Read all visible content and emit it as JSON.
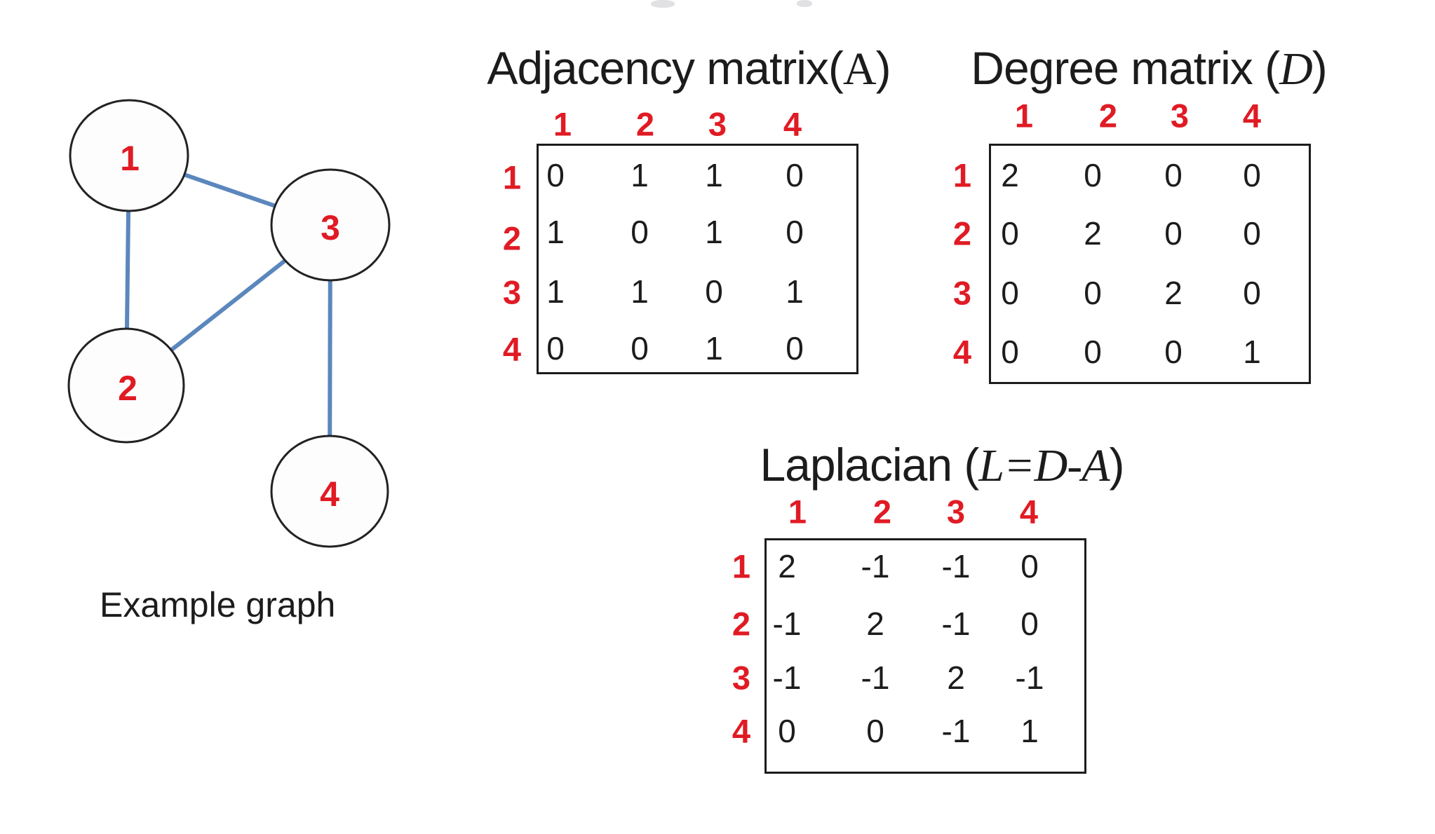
{
  "slide": {
    "background": "#ffffff",
    "ink": "#1c1c1c",
    "accent_red": "#e01b24",
    "edge_blue": "#5b87bd"
  },
  "graph": {
    "caption": "Example graph",
    "nodes": [
      {
        "id": "1",
        "label": "1"
      },
      {
        "id": "2",
        "label": "2"
      },
      {
        "id": "3",
        "label": "3"
      },
      {
        "id": "4",
        "label": "4"
      }
    ],
    "edges": [
      [
        "1",
        "3"
      ],
      [
        "1",
        "2"
      ],
      [
        "2",
        "3"
      ],
      [
        "3",
        "4"
      ]
    ]
  },
  "matrices": {
    "adjacency": {
      "title_prefix": "Adjacency matrix(",
      "title_symbol": "A",
      "title_suffix": ")",
      "col_labels": [
        "1",
        "2",
        "3",
        "4"
      ],
      "row_labels": [
        "1",
        "2",
        "3",
        "4"
      ],
      "values": [
        [
          "0",
          "1",
          "1",
          "0"
        ],
        [
          "1",
          "0",
          "1",
          "0"
        ],
        [
          "1",
          "1",
          "0",
          "1"
        ],
        [
          "0",
          "0",
          "1",
          "0"
        ]
      ]
    },
    "degree": {
      "title_prefix": "Degree matrix (",
      "title_symbol": "D",
      "title_suffix": ")",
      "col_labels": [
        "1",
        "2",
        "3",
        "4"
      ],
      "row_labels": [
        "1",
        "2",
        "3",
        "4"
      ],
      "values": [
        [
          "2",
          "0",
          "0",
          "0"
        ],
        [
          "0",
          "2",
          "0",
          "0"
        ],
        [
          "0",
          "0",
          "2",
          "0"
        ],
        [
          "0",
          "0",
          "0",
          "1"
        ]
      ]
    },
    "laplacian": {
      "title_prefix": "Laplacian (",
      "title_symbol": "L=D-A",
      "title_suffix": ")",
      "col_labels": [
        "1",
        "2",
        "3",
        "4"
      ],
      "row_labels": [
        "1",
        "2",
        "3",
        "4"
      ],
      "values": [
        [
          "2",
          "-1",
          "-1",
          "0"
        ],
        [
          "-1",
          "2",
          "-1",
          "0"
        ],
        [
          "-1",
          "-1",
          "2",
          "-1"
        ],
        [
          "0",
          "0",
          "-1",
          "1"
        ]
      ]
    }
  }
}
